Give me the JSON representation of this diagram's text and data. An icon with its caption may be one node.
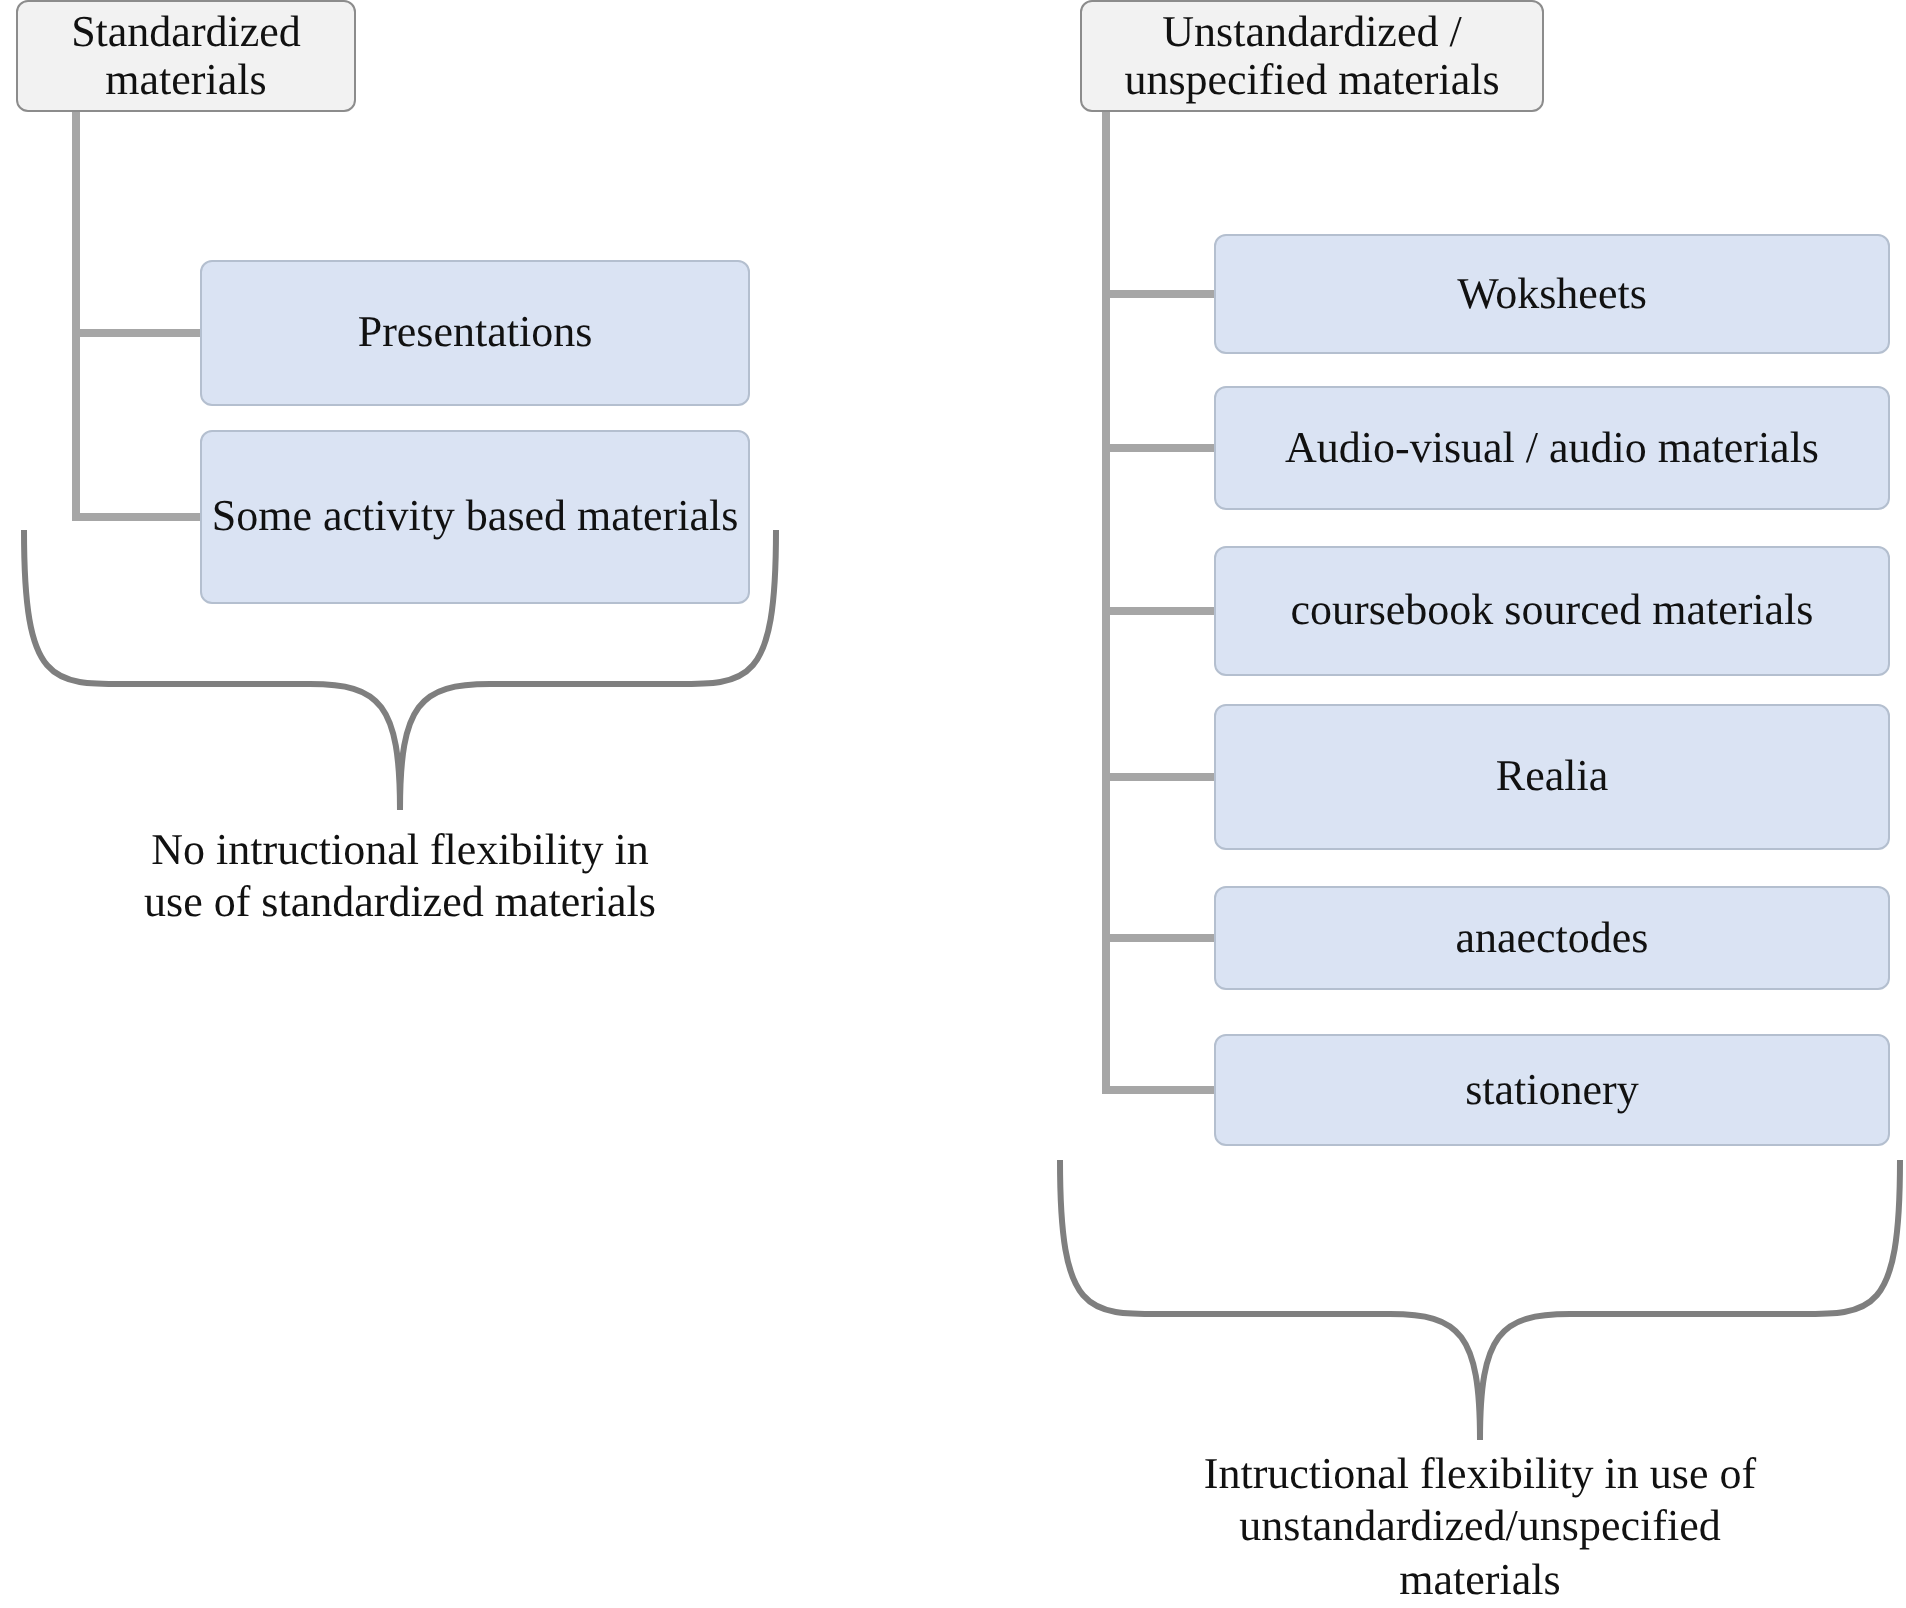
{
  "diagram": {
    "nodes": [
      {
        "text": [
          "Standardized materials"
        ]
      },
      {
        "text": [
          "Presentations"
        ]
      },
      {
        "text": [
          "Some activity based materials"
        ]
      },
      {
        "text": [
          "Unstandardized / unspecified materials"
        ]
      },
      {
        "text": [
          "Woksheets"
        ]
      },
      {
        "text": [
          "Audio-visual / audio materials"
        ]
      },
      {
        "text": [
          "coursebook sourced materials"
        ]
      },
      {
        "text": [
          "Realia"
        ]
      },
      {
        "text": [
          "anaectodes"
        ]
      },
      {
        "text": [
          "stationery"
        ]
      }
    ],
    "edges": [
      {
        "from": 0,
        "to": 1,
        "arrow": "none"
      },
      {
        "from": 0,
        "to": 2,
        "arrow": "none"
      },
      {
        "from": 3,
        "to": 4,
        "arrow": "none"
      },
      {
        "from": 3,
        "to": 5,
        "arrow": "none"
      },
      {
        "from": 3,
        "to": 6,
        "arrow": "none"
      },
      {
        "from": 3,
        "to": 7,
        "arrow": "none"
      },
      {
        "from": 3,
        "to": 8,
        "arrow": "none"
      },
      {
        "from": 3,
        "to": 9,
        "arrow": "none"
      }
    ],
    "labels": [
      "No intructional flexibility in use of standardized materials",
      "Intructional flexibility in use of unstandardized/unspecified materials"
    ]
  }
}
